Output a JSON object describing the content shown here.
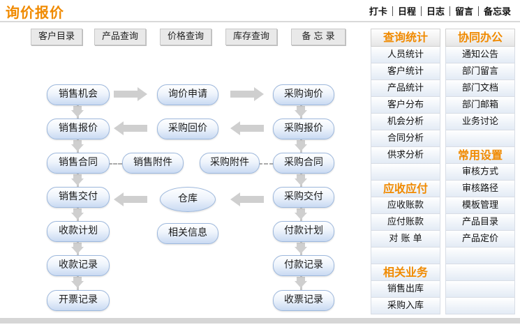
{
  "header": {
    "title": "询价报价",
    "links": [
      "打卡",
      "日程",
      "日志",
      "留言",
      "备忘录"
    ]
  },
  "tabs": [
    "客户目录",
    "产品查询",
    "价格查询",
    "库存查询",
    "备 忘 录"
  ],
  "flow": {
    "sales": [
      "销售机会",
      "销售报价",
      "销售合同",
      "销售交付",
      "收款计划",
      "收款记录",
      "开票记录"
    ],
    "middle": {
      "inquiry_apply": "询价申请",
      "purchase_reply": "采购回价",
      "sales_attachment": "销售附件",
      "purchase_attachment": "采购附件",
      "warehouse": "仓库",
      "related_info": "相关信息"
    },
    "purchase": [
      "采购询价",
      "采购报价",
      "采购合同",
      "采购交付",
      "付款计划",
      "付款记录",
      "收票记录"
    ]
  },
  "panel": {
    "query_stats": {
      "title": "查询统计",
      "items": [
        "人员统计",
        "客户统计",
        "产品统计",
        "客户分布",
        "机会分析",
        "合同分析",
        "供求分析"
      ]
    },
    "receivable": {
      "title": "应收应付",
      "items": [
        "应收账款",
        "应付账款",
        "对 账 单"
      ]
    },
    "related_business": {
      "title": "相关业务",
      "items": [
        "销售出库",
        "采购入库"
      ]
    },
    "collab": {
      "title": "协同办公",
      "items": [
        "通知公告",
        "部门留言",
        "部门文档",
        "部门邮箱",
        "业务讨论"
      ]
    },
    "common_settings": {
      "title": "常用设置",
      "items": [
        "审核方式",
        "审核路径",
        "模板管理",
        "产品目录",
        "产品定价"
      ]
    }
  },
  "colors": {
    "accent": "#f08a00",
    "node_border": "#9db8dd",
    "arrow": "#cfcfcf"
  }
}
